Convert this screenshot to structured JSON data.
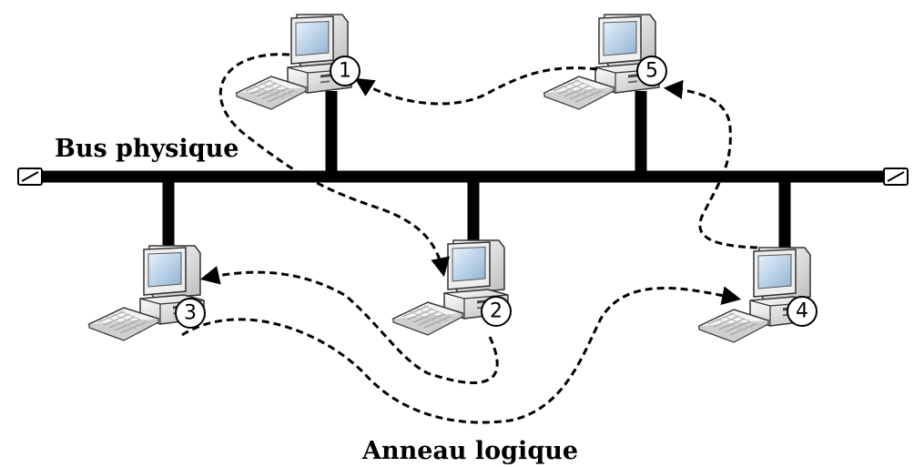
{
  "labels": {
    "bus": "Bus physique",
    "ring": "Anneau logique"
  },
  "stations": [
    {
      "number": "1"
    },
    {
      "number": "2"
    },
    {
      "number": "3"
    },
    {
      "number": "4"
    },
    {
      "number": "5"
    }
  ],
  "token_order": [
    "1",
    "2",
    "3",
    "4",
    "5",
    "1"
  ],
  "colors": {
    "line": "#000000",
    "screen": "#b9d2e8",
    "case": "#e6e6e6"
  }
}
